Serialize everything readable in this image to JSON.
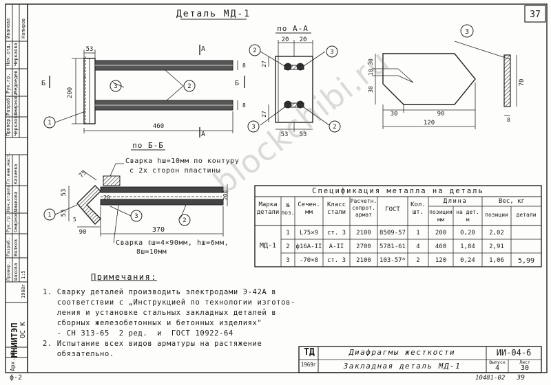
{
  "sheet_number": "37",
  "titles": {
    "main_detail": "Деталь МД-1",
    "section_aa": "по А-А",
    "section_bb": "по Б-Б"
  },
  "section_marks": {
    "a": "А",
    "b": "Б"
  },
  "main_view": {
    "dims": {
      "top": "53",
      "height": "200",
      "width": "460",
      "side1": "8",
      "side2": "8"
    },
    "callouts": [
      "1",
      "3",
      "2"
    ]
  },
  "section_aa_view": {
    "dims": {
      "top_left": "20",
      "top_right": "20",
      "w1": "53",
      "w2": "53",
      "h1": "27",
      "h2": "27"
    },
    "callouts": [
      "2",
      "3",
      "3",
      "2"
    ]
  },
  "plate_view": {
    "dims": {
      "h1": "30",
      "h2": "10",
      "h3": "30",
      "bottom_left": "30",
      "bottom_mid": "90",
      "total": "120",
      "side": "70",
      "thick": "8"
    },
    "callout": "3"
  },
  "section_bb_view": {
    "weld_top_1": "Сварка hш=10мм по контуру",
    "weld_top_2": "с 2х сторон пластины",
    "weld_bottom_1": "Сварка ℓш=4×90мм, hш=6мм,",
    "weld_bottom_2": "8ш=10мм",
    "dims": {
      "d75": "75",
      "d53a": "53",
      "d53b": "53",
      "d5": "5",
      "d20": "20",
      "d90": "90",
      "d370": "370",
      "d200": "200"
    },
    "callouts": [
      "1",
      "3",
      "2"
    ]
  },
  "spec": {
    "title": "Спецификация металла на деталь",
    "headers": [
      "Марка детали",
      "№ поз.",
      "Сечен. мм",
      "Класс стали",
      "Расчетн. сопрот. армат",
      "ГОСТ",
      "Кол. шт.",
      "позиции мм",
      "на дет. м",
      "позиции",
      "детали"
    ],
    "group_length": "Длина",
    "group_weight": "Вес, кг",
    "mark": "МД-1",
    "rows": [
      {
        "pos": "1",
        "section": "L75×9",
        "steel": "ст. 3",
        "r": "2100",
        "gost": "8509-57",
        "qty": "1",
        "len_pos": "200",
        "len_det": "0,20",
        "w_pos": "2,02"
      },
      {
        "pos": "2",
        "section": "ф16А-II",
        "steel": "А-II",
        "r": "2700",
        "gost": "5781-61",
        "qty": "4",
        "len_pos": "460",
        "len_det": "1,84",
        "w_pos": "2,91"
      },
      {
        "pos": "3",
        "section": "-70×8",
        "steel": "ст. 3",
        "r": "2100",
        "gost": "103-57*",
        "qty": "2",
        "len_pos": "120",
        "len_det": "0,24",
        "w_pos": "1,06"
      }
    ],
    "total_weight": "5,99"
  },
  "notes": {
    "title": "Примечания:",
    "lines": [
      "1. Сварку деталей производить электродами Э-42А в",
      "   соответствии с „Инструкцией по технологии изготов-",
      "   ления и установке стальных закладных деталей в",
      "   сборных железобетонных и бетонных изделиях\"",
      "   - СН 313-65  2 ред.  и  ГОСТ 10922-64",
      "2. Испытание всех видов арматуры на растяжение",
      "   обязательно."
    ]
  },
  "title_block": {
    "logo": "ТД",
    "year": "1969г",
    "name1": "Диафрагмы жесткости",
    "name2": "Закладная деталь МД-1",
    "code": "ИИ-04-6",
    "issue_label": "Выпуск",
    "sheet_label": "Лист",
    "issue": "4",
    "sheet": "30"
  },
  "side_stamp": {
    "org": "МНИИТЭП",
    "sek": "ОС К",
    "arch": "Арх. №",
    "top_names": [
      "Копиров",
      "Иванова",
      "Черкаова",
      "Медведев",
      "Смирнова",
      "Черкаова"
    ],
    "top_roles": [
      "Нач.отд.",
      "Рук.гр.",
      "Разраб.",
      "Провер."
    ],
    "mid_roles": [
      "Гл.инж.маст.",
      "Нач.отдела",
      "Рук.гр.",
      "Разраб.",
      "Провер."
    ],
    "mid_names": [
      "Казиева",
      "Шишкова",
      "Смирнов",
      "Волков",
      "Шахова"
    ],
    "date": "1968г",
    "scale": "1:5"
  },
  "bottom": {
    "left": "ф-2",
    "right_num": "10481-02",
    "right_page": "39"
  },
  "watermark": "blockchibi.ru"
}
